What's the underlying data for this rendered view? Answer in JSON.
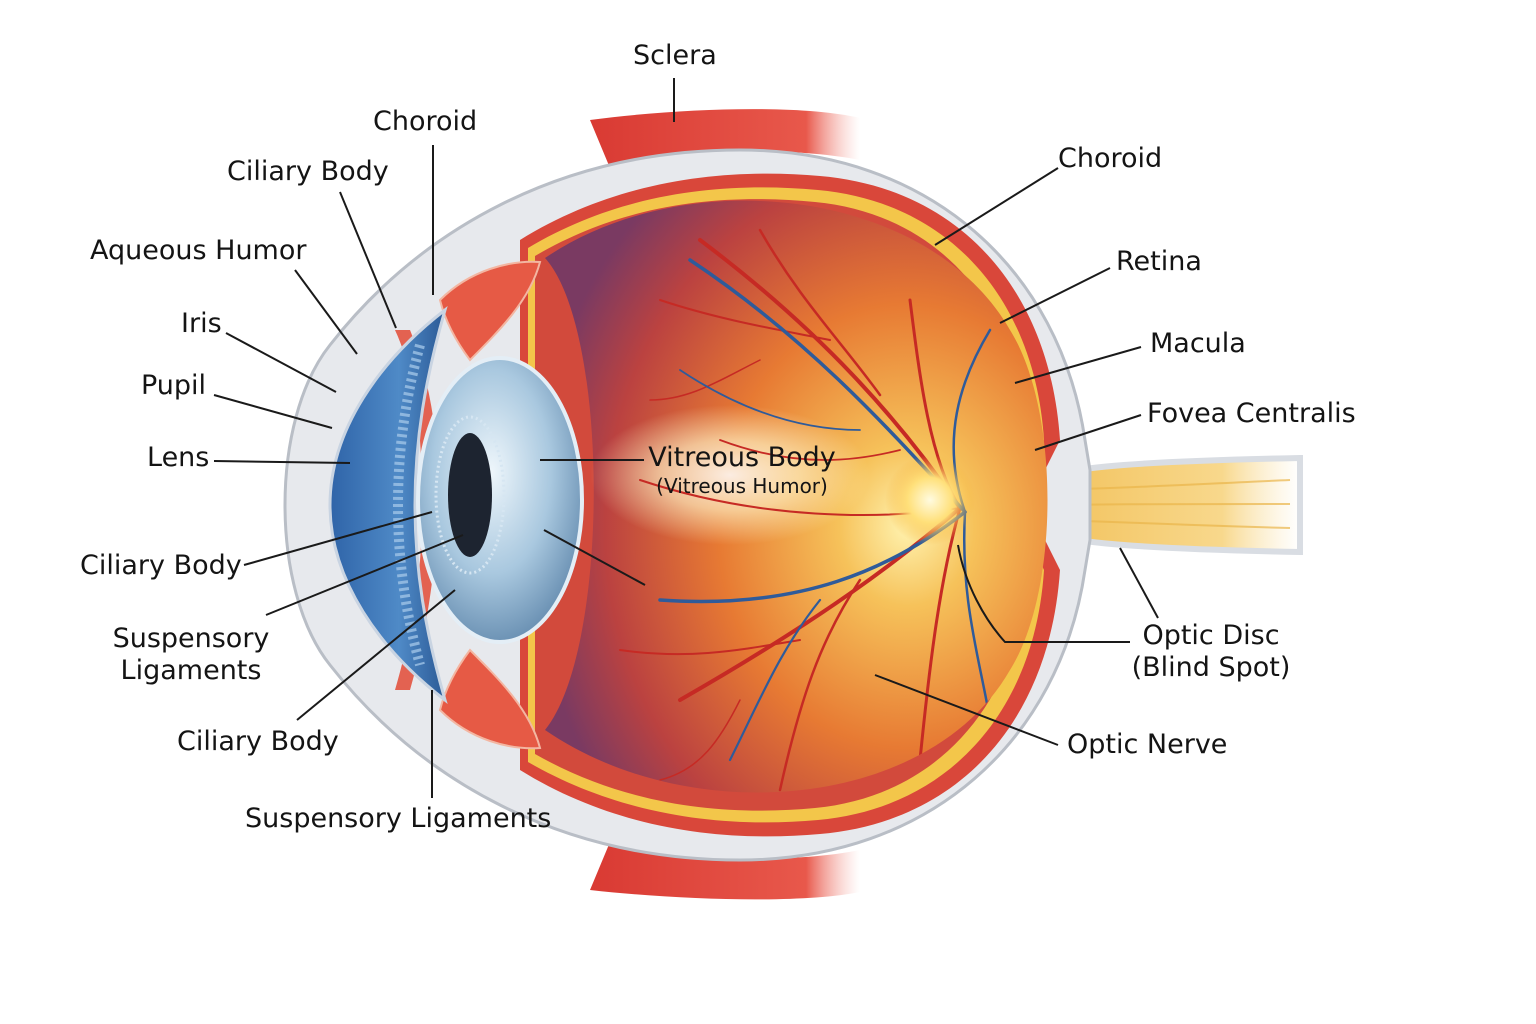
{
  "labels": {
    "sclera": "Sclera",
    "choroid_top": "Choroid",
    "ciliary_body_top": "Ciliary Body",
    "aqueous_humor": "Aqueous Humor",
    "iris": "Iris",
    "pupil": "Pupil",
    "lens": "Lens",
    "ciliary_body_mid": "Ciliary Body",
    "suspensory_line1": "Suspensory",
    "suspensory_line2": "Ligaments",
    "ciliary_body_low": "Ciliary Body",
    "suspensory_bottom": "Suspensory Ligaments",
    "vitreous_body": "Vitreous Body",
    "vitreous_humor": "(Vitreous Humor)",
    "choroid_right": "Choroid",
    "retina": "Retina",
    "macula": "Macula",
    "fovea": "Fovea Centralis",
    "optic_disc_line1": "Optic Disc",
    "optic_disc_line2": "(Blind Spot)",
    "optic_nerve": "Optic Nerve"
  },
  "colors": {
    "sclera": "#e6e8ec",
    "choroid": "#d8483a",
    "retina": "#f3c64a",
    "vitreous_light": "#f7c25a",
    "vitreous_dark": "#a8324a",
    "iris": "#3f77b8",
    "lens": "#9fc1dc",
    "artery": "#c62a24",
    "vein": "#2f5b9a",
    "optic_nerve": "#f4cf77",
    "muscle": "#e0473e"
  }
}
